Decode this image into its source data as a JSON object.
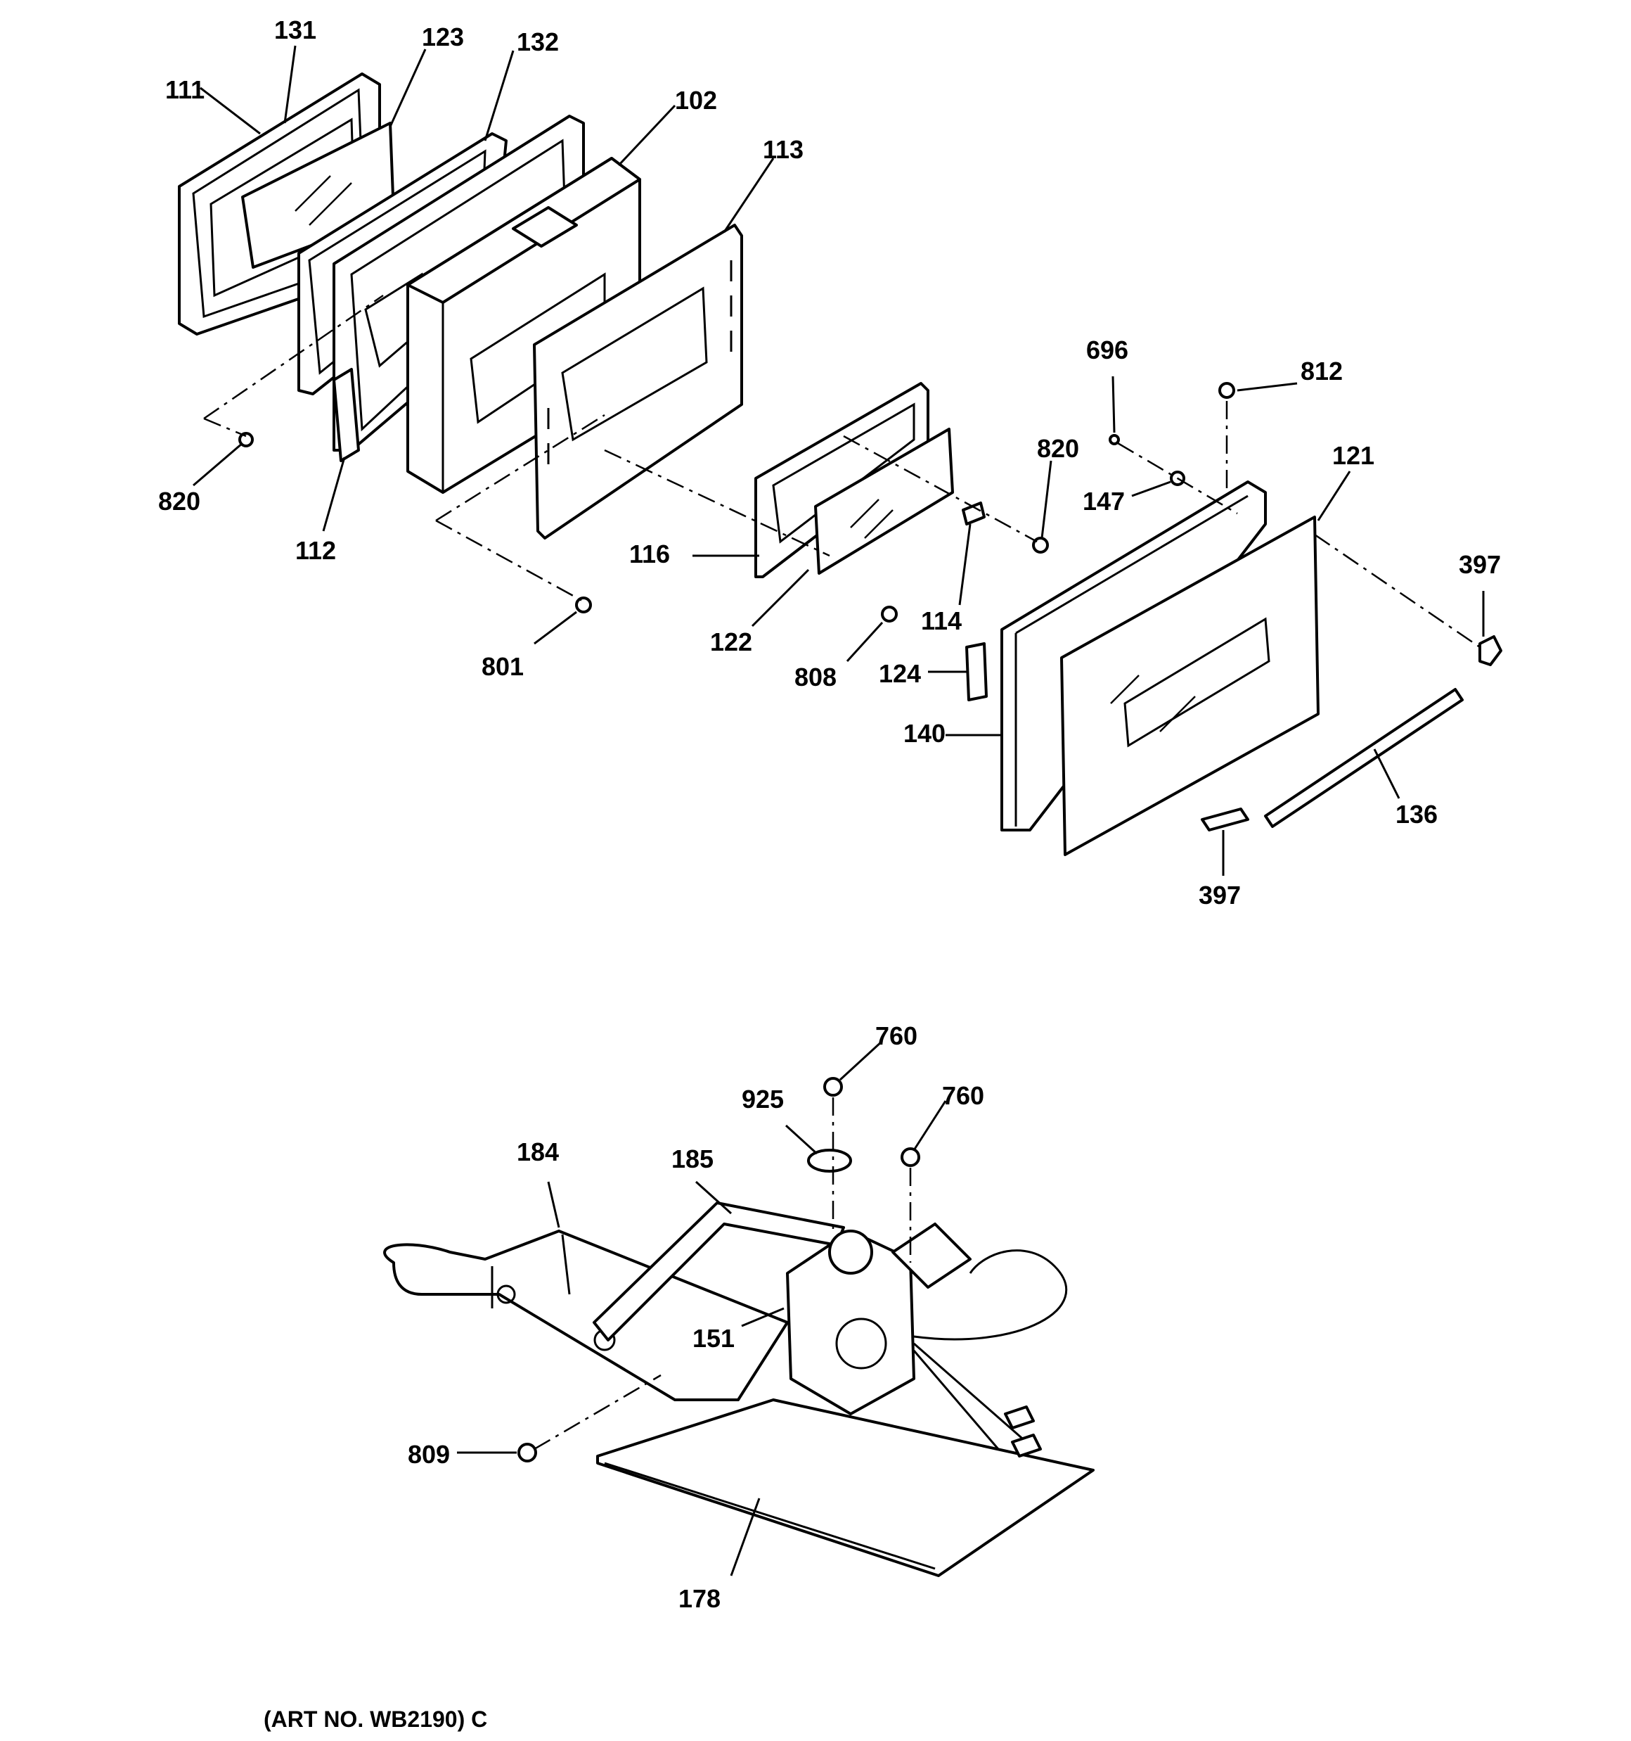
{
  "callouts": {
    "c131": "131",
    "c123": "123",
    "c132": "132",
    "c111": "111",
    "c102": "102",
    "c113": "113",
    "c820a": "820",
    "c112": "112",
    "c116": "116",
    "c801": "801",
    "c122": "122",
    "c808": "808",
    "c114": "114",
    "c820b": "820",
    "c696": "696",
    "c812": "812",
    "c147": "147",
    "c121": "121",
    "c397a": "397",
    "c124": "124",
    "c140": "140",
    "c136": "136",
    "c397b": "397",
    "c760a": "760",
    "c925": "925",
    "c760b": "760",
    "c184": "184",
    "c185": "185",
    "c151": "151",
    "c809": "809",
    "c178": "178"
  },
  "art_number": "(ART NO. WB2190) C"
}
